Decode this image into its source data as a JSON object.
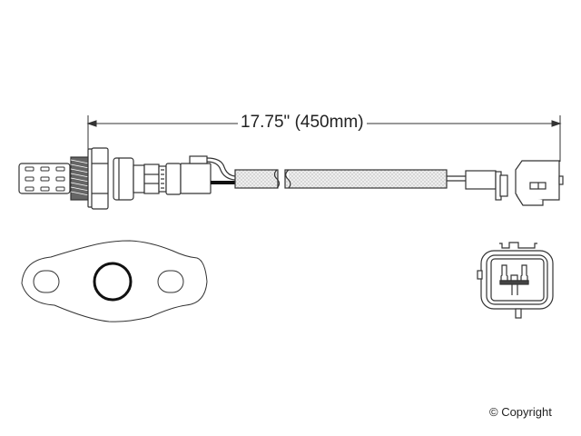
{
  "diagram": {
    "subject": "oxygen sensor technical drawing",
    "dimension_label": "17.75\" (450mm)",
    "views": [
      {
        "name": "side-view",
        "parts": [
          "sensor-tip",
          "threaded-body",
          "hex-nut",
          "sensor-body",
          "boot-connector",
          "wire-harness",
          "connector-plug"
        ]
      },
      {
        "name": "flange-gasket"
      },
      {
        "name": "connector-end-view"
      }
    ],
    "colors": {
      "line": "#333333",
      "wire_fill": "#e8e8e8",
      "background": "#ffffff"
    }
  },
  "footer": {
    "copyright": "© Copyright"
  }
}
